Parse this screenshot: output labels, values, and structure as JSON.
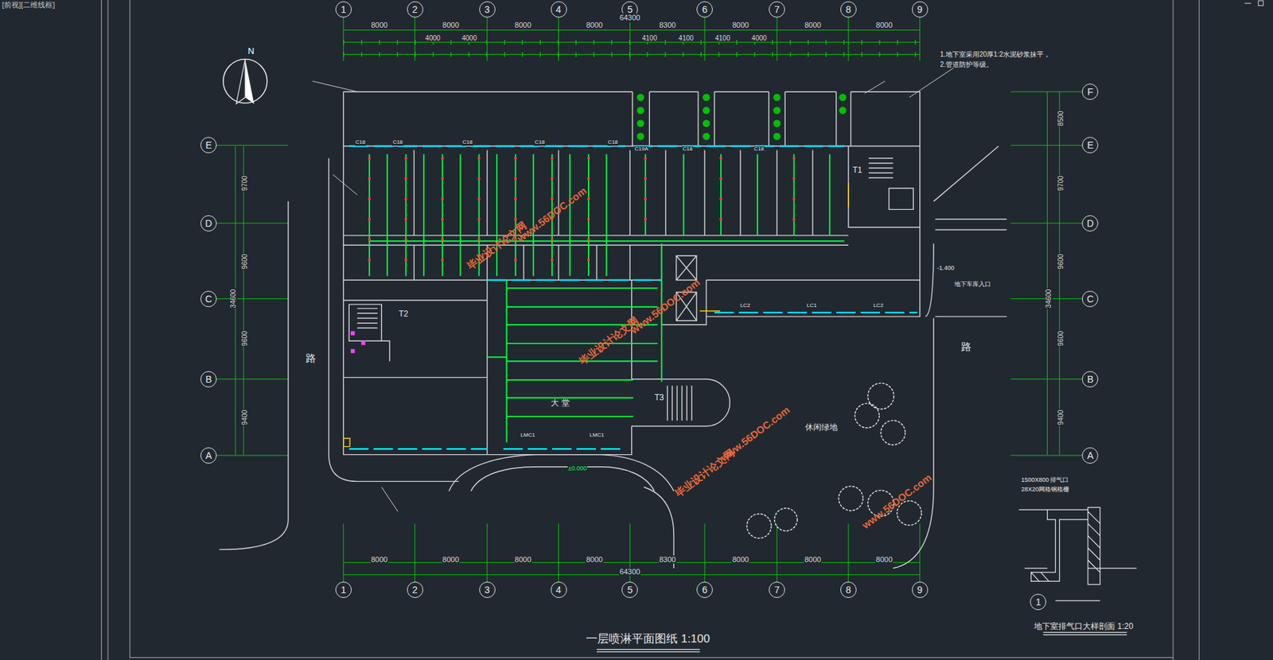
{
  "diagram": {
    "title": "一层喷淋平面图纸 1:100",
    "nodes": [
      {
        "text": [
          "1"
        ]
      },
      {
        "text": [
          "2"
        ]
      },
      {
        "text": [
          "3"
        ]
      },
      {
        "text": [
          "4"
        ]
      },
      {
        "text": [
          "5"
        ]
      },
      {
        "text": [
          "6"
        ]
      },
      {
        "text": [
          "7"
        ]
      },
      {
        "text": [
          "8"
        ]
      },
      {
        "text": [
          "9"
        ]
      },
      {
        "text": [
          "E"
        ]
      },
      {
        "text": [
          "D"
        ]
      },
      {
        "text": [
          "C"
        ]
      },
      {
        "text": [
          "B"
        ]
      },
      {
        "text": [
          "A"
        ]
      },
      {
        "text": [
          "F"
        ]
      },
      {
        "text": [
          "E"
        ]
      },
      {
        "text": [
          "D"
        ]
      },
      {
        "text": [
          "C"
        ]
      },
      {
        "text": [
          "B"
        ]
      },
      {
        "text": [
          "A"
        ]
      },
      {
        "text": [
          "1"
        ]
      },
      {
        "text": [
          "2"
        ]
      },
      {
        "text": [
          "3"
        ]
      },
      {
        "text": [
          "4"
        ]
      },
      {
        "text": [
          "5"
        ]
      },
      {
        "text": [
          "6"
        ]
      },
      {
        "text": [
          "7"
        ]
      },
      {
        "text": [
          "8"
        ]
      },
      {
        "text": [
          "9"
        ]
      },
      {
        "text": [
          "1"
        ]
      }
    ],
    "labels": [
      "[前视][二维线框]",
      "64300",
      "8000",
      "8000",
      "8000",
      "8000",
      "8300",
      "8000",
      "8000",
      "8000",
      "4000",
      "4000",
      "4100",
      "4100",
      "4100",
      "4000",
      "8000",
      "8000",
      "8000",
      "8000",
      "8300",
      "8000",
      "8000",
      "8000",
      "64300",
      "9700",
      "9600",
      "9600",
      "9400",
      "34600",
      "8500",
      "9700",
      "9600",
      "9600",
      "9400",
      "34600",
      "1.地下室采用20厚1:2水泥砂浆抹平，",
      "2.管道防护等级。",
      "N",
      "路",
      "路",
      "休闲绿地",
      "大 堂",
      "T1",
      "T2",
      "T3",
      "地下车库入口",
      "-1.400",
      "±0.000",
      "C18",
      "C18",
      "C18",
      "C18",
      "C18",
      "C19A",
      "C18",
      "C18",
      "LC2",
      "LC1",
      "LC2",
      "LMC1",
      "LMC1",
      "1500X800 排气口",
      "28X20网格钢格栅",
      "地下室排气口大样剖面 1:20",
      "毕业设计论文网",
      "www.56DOC.com",
      "毕业设计论文网",
      "www.56DOC.com",
      "毕业设计论文网",
      "www.56DOC.com",
      "www.56DOC.com"
    ]
  }
}
